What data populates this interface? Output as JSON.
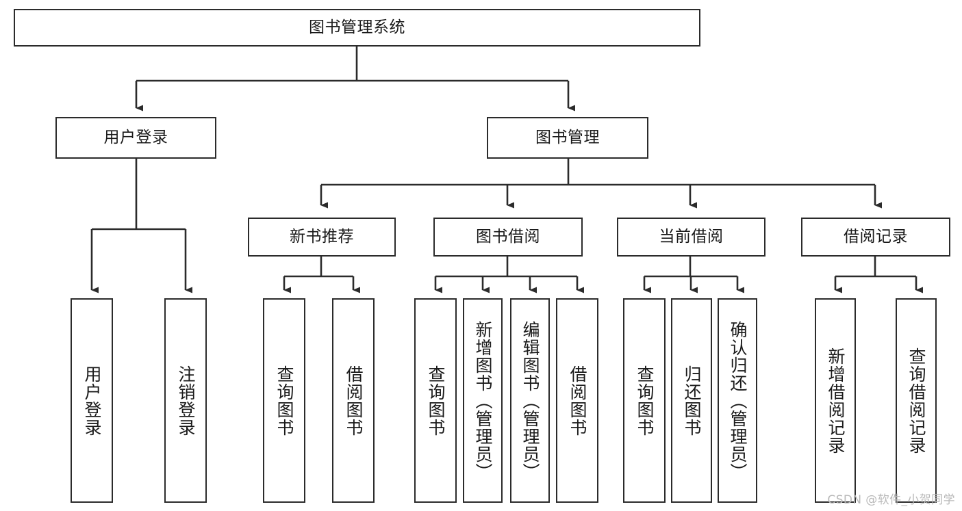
{
  "diagram": {
    "type": "tree-hierarchy",
    "title": "图书管理系统",
    "orientation": "top-down",
    "watermark": "CSDN @软件_小贺同学",
    "stroke_color": "#2b2b2b",
    "text_color": "#1a1a1a",
    "background_color": "#ffffff",
    "watermark_color": "#b9b9b9"
  },
  "nodes": {
    "root": {
      "label": "图书管理系统",
      "level": 1,
      "orientation": "horizontal"
    },
    "user_login": {
      "label": "用户登录",
      "level": 2,
      "orientation": "horizontal"
    },
    "book_manage": {
      "label": "图书管理",
      "level": 2,
      "orientation": "horizontal"
    },
    "new_book_rec": {
      "label": "新书推荐",
      "level": 3,
      "orientation": "horizontal"
    },
    "book_borrow": {
      "label": "图书借阅",
      "level": 3,
      "orientation": "horizontal"
    },
    "current_borrow": {
      "label": "当前借阅",
      "level": 3,
      "orientation": "horizontal"
    },
    "borrow_record": {
      "label": "借阅记录",
      "level": 3,
      "orientation": "horizontal"
    },
    "leaf_user_login": {
      "label": "用户登录",
      "level": 4,
      "orientation": "vertical"
    },
    "leaf_logout": {
      "label": "注销登录",
      "level": 4,
      "orientation": "vertical"
    },
    "leaf_query_book_1": {
      "label": "查询图书",
      "level": 4,
      "orientation": "vertical"
    },
    "leaf_borrow_book_1": {
      "label": "借阅图书",
      "level": 4,
      "orientation": "vertical"
    },
    "leaf_query_book_2": {
      "label": "查询图书",
      "level": 4,
      "orientation": "vertical"
    },
    "leaf_add_book": {
      "label": "新增图书（管理员）",
      "level": 4,
      "orientation": "vertical"
    },
    "leaf_edit_book": {
      "label": "编辑图书（管理员）",
      "level": 4,
      "orientation": "vertical"
    },
    "leaf_borrow_book_2": {
      "label": "借阅图书",
      "level": 4,
      "orientation": "vertical"
    },
    "leaf_query_book_3": {
      "label": "查询图书",
      "level": 4,
      "orientation": "vertical"
    },
    "leaf_return_book": {
      "label": "归还图书",
      "level": 4,
      "orientation": "vertical"
    },
    "leaf_confirm_return": {
      "label": "确认归还（管理员）",
      "level": 4,
      "orientation": "vertical"
    },
    "leaf_add_record": {
      "label": "新增借阅记录",
      "level": 4,
      "orientation": "vertical"
    },
    "leaf_query_record": {
      "label": "查询借阅记录",
      "level": 4,
      "orientation": "vertical"
    }
  },
  "hierarchy": [
    {
      "label": "图书管理系统",
      "children": [
        {
          "label": "用户登录",
          "children": [
            {
              "label": "用户登录"
            },
            {
              "label": "注销登录"
            }
          ]
        },
        {
          "label": "图书管理",
          "children": [
            {
              "label": "新书推荐",
              "children": [
                {
                  "label": "查询图书"
                },
                {
                  "label": "借阅图书"
                }
              ]
            },
            {
              "label": "图书借阅",
              "children": [
                {
                  "label": "查询图书"
                },
                {
                  "label": "新增图书（管理员）"
                },
                {
                  "label": "编辑图书（管理员）"
                },
                {
                  "label": "借阅图书"
                }
              ]
            },
            {
              "label": "当前借阅",
              "children": [
                {
                  "label": "查询图书"
                },
                {
                  "label": "归还图书"
                },
                {
                  "label": "确认归还（管理员）"
                }
              ]
            },
            {
              "label": "借阅记录",
              "children": [
                {
                  "label": "新增借阅记录"
                },
                {
                  "label": "查询借阅记录"
                }
              ]
            }
          ]
        }
      ]
    }
  ]
}
